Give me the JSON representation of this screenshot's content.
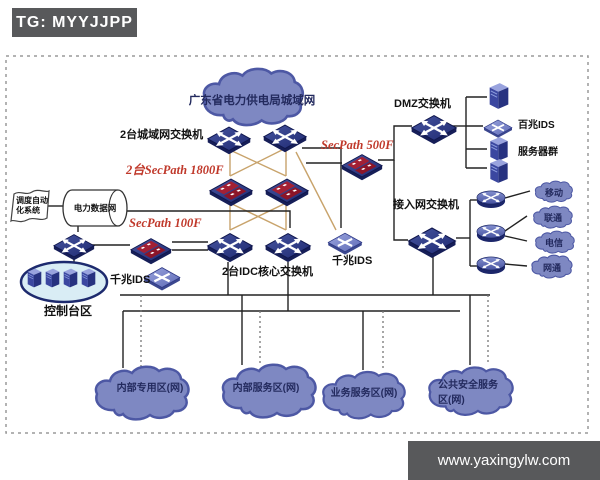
{
  "watermarks": {
    "top_left": "TG: MYYJJPP",
    "bottom_right": "www.yaxingylw.com"
  },
  "diagram": {
    "top_cloud": "广东省电力供电局城域网",
    "labels": {
      "man_switches": "2台城域网交换机",
      "secpath_500f": "SecPath 500F",
      "secpath_1800f": "2台SecPath 1800F",
      "secpath_100f": "SecPath 100F",
      "dmz_switch": "DMZ交换机",
      "fast_ids": "百兆IDS",
      "server_cluster": "服务器群",
      "access_switch": "接入网交换机",
      "gig_ids_left": "千兆IDS",
      "gig_ids_right": "千兆IDS",
      "control_zone": "控制台区",
      "core_switches": "2台IDC核心交换机",
      "dispatch_system": "调度自动化系统",
      "power_data_net": "电力数据网"
    },
    "isp_clouds": [
      "移动",
      "联通",
      "电信",
      "网通"
    ],
    "bottom_clouds": [
      "内部专用区(网)",
      "内部服务区(网)",
      "业务服务区(网)",
      "公共安全服务区(网)"
    ],
    "colors": {
      "badge_bg": "#58595b",
      "cloud_fill": "#7e88c2",
      "cloud_edge": "#4d58a4",
      "device_navy": "#273280",
      "firewall_red": "#a32034",
      "mesh_line_tan": "#c8a36b",
      "line_black": "#222222",
      "red_text": "#c0392b",
      "zone_fill": "#d9edf5"
    }
  }
}
